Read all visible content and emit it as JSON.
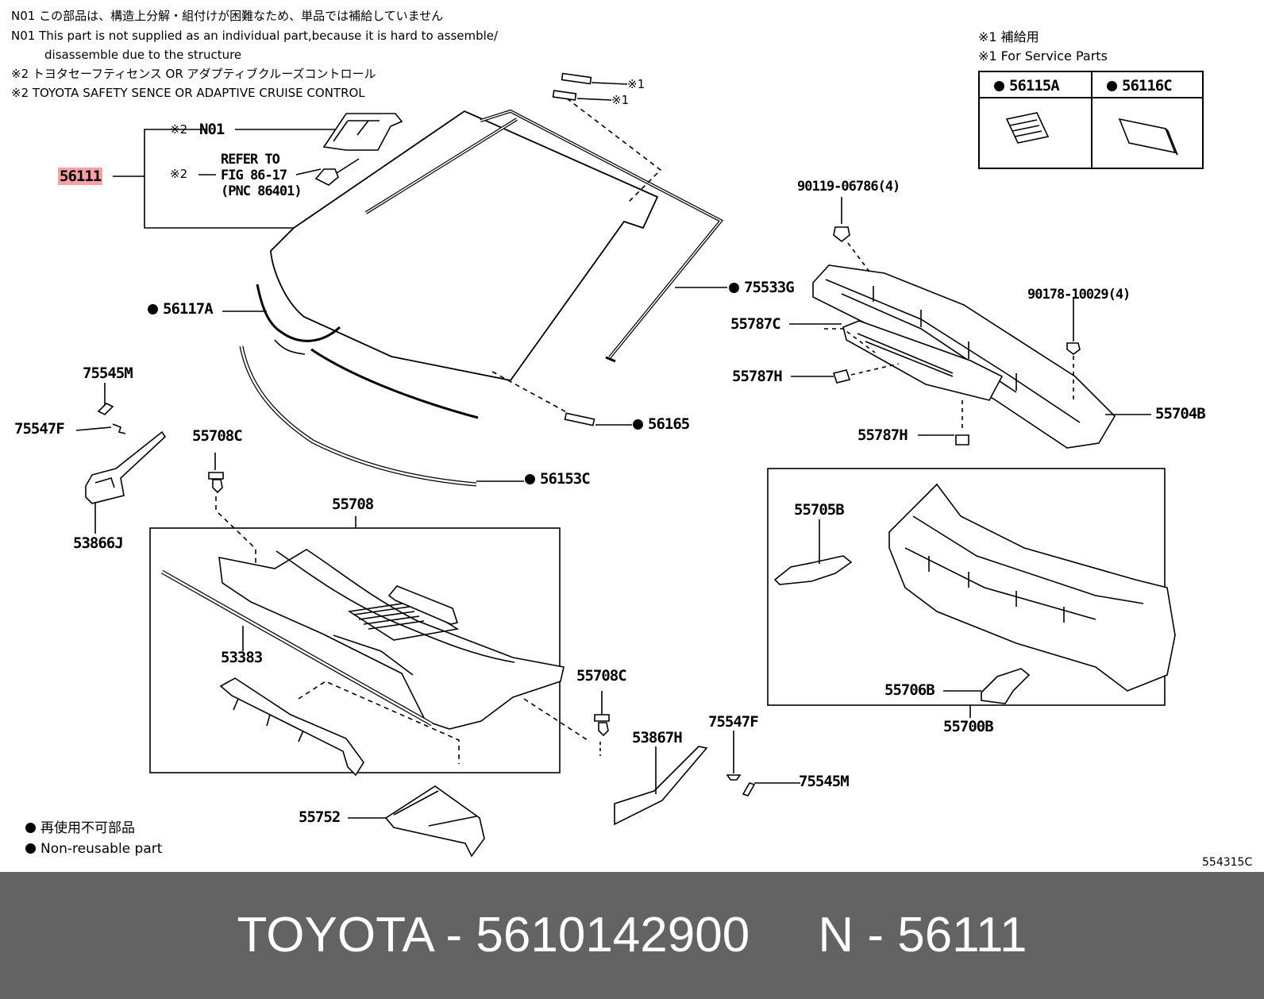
{
  "notes": {
    "n01_jp": "N01 この部品は、構造上分解・組付けが困難なため、単品では補給していません",
    "n01_en_1": "N01  This part is not supplied as an individual part,because it is hard to assemble/",
    "n01_en_2": "disassemble due to the structure",
    "n2_jp": "※2 トヨタセーフティセンス  OR  アダプティブクルーズコントロール",
    "n2_en": "※2 TOYOTA SAFETY SENCE OR ADAPTIVE CRUISE CONTROL"
  },
  "service_parts": {
    "title_jp": "※1 補給用",
    "title_en": "※1 For Service Parts",
    "items": [
      "56115A",
      "56116C"
    ]
  },
  "markers": {
    "mark2": "※2",
    "mark1": "※1",
    "refer_1": "REFER TO",
    "refer_2": "FIG 86-17",
    "refer_3": "(PNC 86401)"
  },
  "parts": {
    "p56111": "56111",
    "pN01": "N01",
    "p56117A": "56117A",
    "p75533G": "75533G",
    "p90119": "90119-06786(4)",
    "p90178": "90178-10029(4)",
    "p55787C": "55787C",
    "p55787H_a": "55787H",
    "p55787H_b": "55787H",
    "p55704B": "55704B",
    "p75545M_a": "75545M",
    "p75547F_a": "75547F",
    "p55708C_a": "55708C",
    "p56165": "56165",
    "p56153C": "56153C",
    "p53866J": "53866J",
    "p55708": "55708",
    "p53383": "53383",
    "p55708C_b": "55708C",
    "p53867H": "53867H",
    "p75547F_b": "75547F",
    "p75545M_b": "75545M",
    "p55752": "55752",
    "p55705B": "55705B",
    "p55706B": "55706B",
    "p55700B": "55700B"
  },
  "legend": {
    "jp": "再使用不可部品",
    "en": "Non-reusable part"
  },
  "diagram_code": "554315C",
  "footer": "TOYOTA - 5610142900     N - 56111",
  "colors": {
    "highlight": "#f7a0a6",
    "footer_bg": "#636363",
    "footer_text": "#ffffff"
  }
}
